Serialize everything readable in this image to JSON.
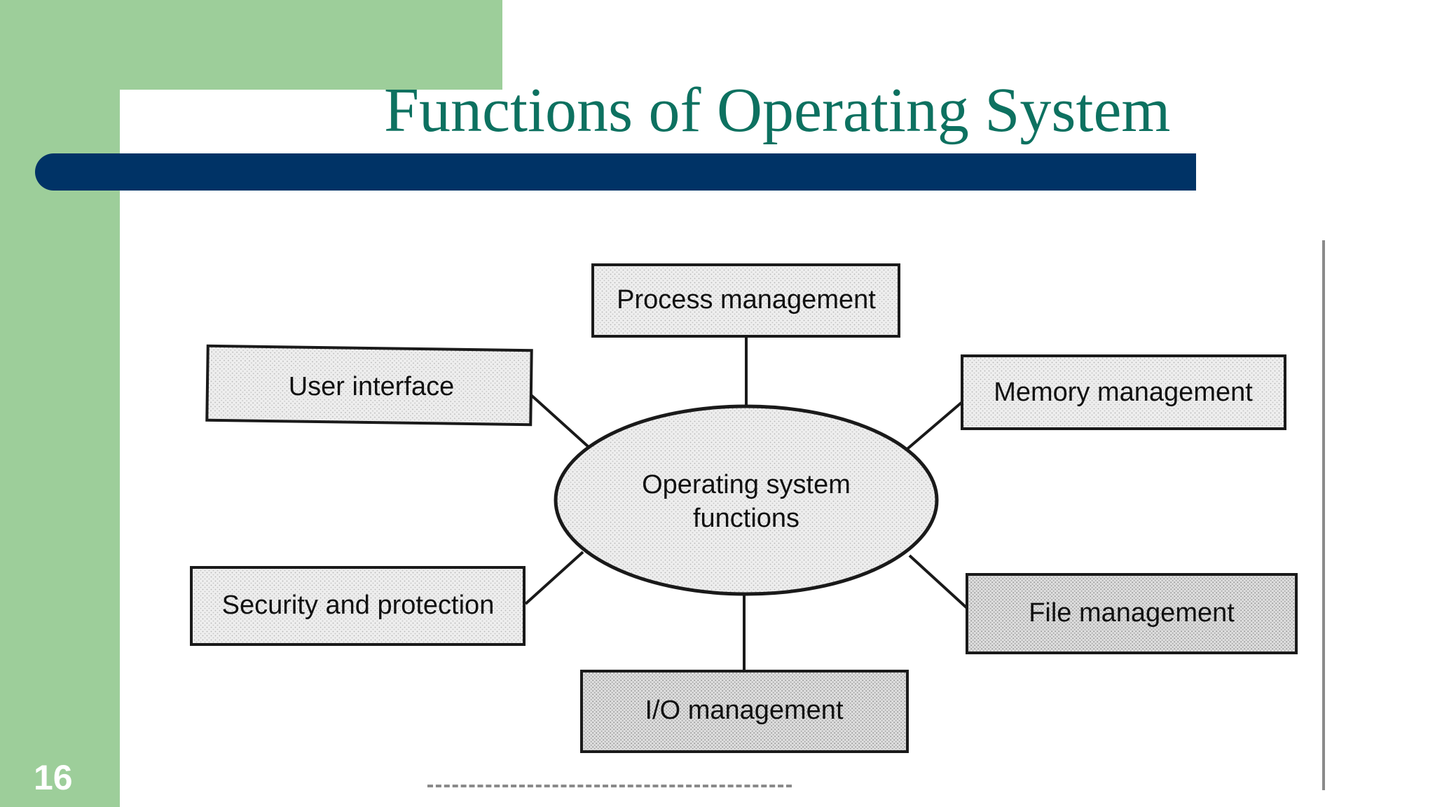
{
  "slide": {
    "title": "Functions of Operating System",
    "slide_number": "16"
  },
  "diagram": {
    "center": {
      "line1": "Operating system",
      "line2": "functions"
    },
    "nodes": {
      "process": "Process management",
      "user_interface": "User interface",
      "memory": "Memory management",
      "security": "Security and protection",
      "file": "File management",
      "io": "I/O management"
    }
  },
  "colors": {
    "side_green": "#9dce9a",
    "title_teal": "#0d7160",
    "bar_navy": "#003366"
  }
}
